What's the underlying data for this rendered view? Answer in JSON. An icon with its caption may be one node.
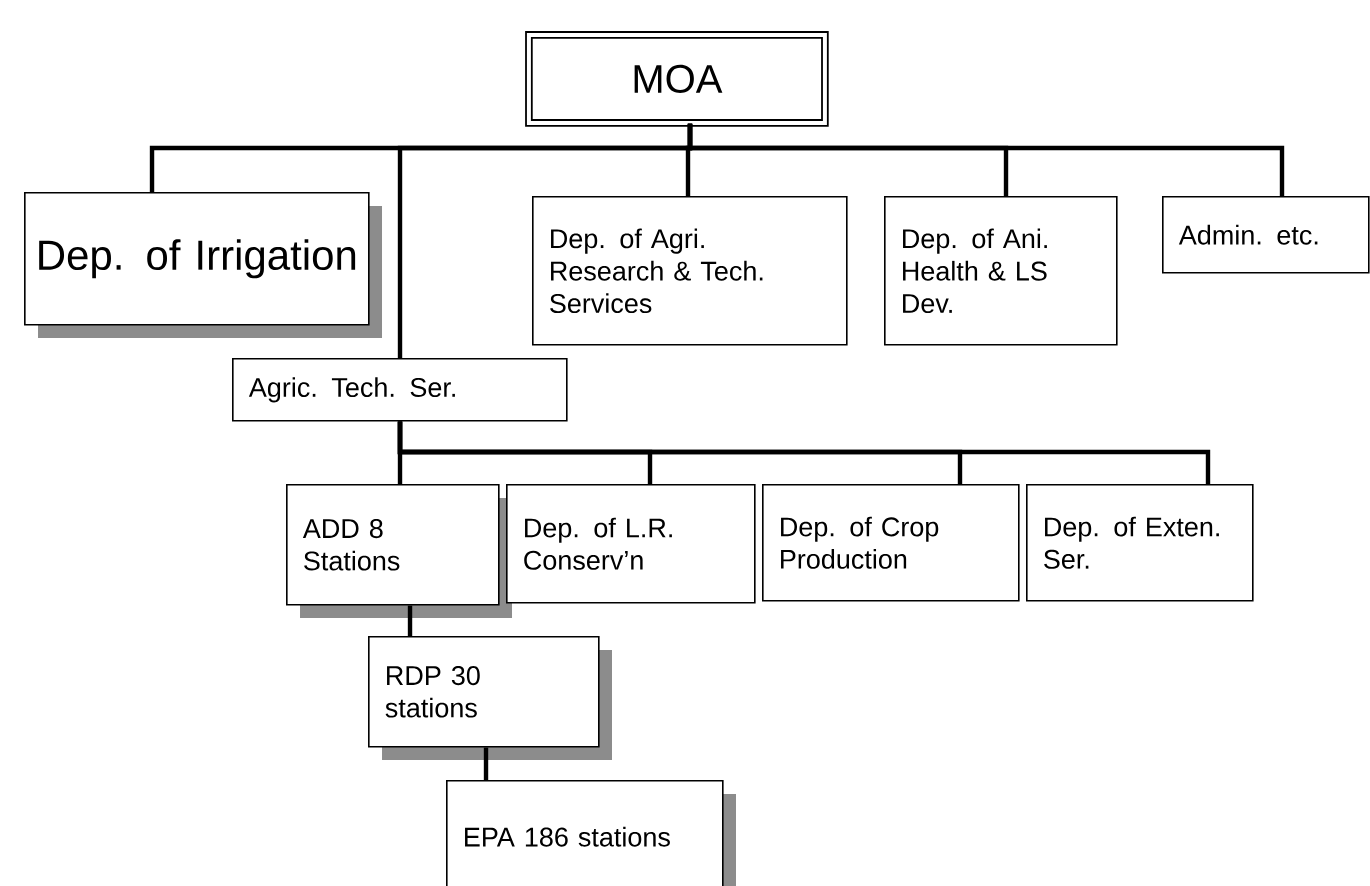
{
  "diagram": {
    "nodes": [
      {
        "text": [
          "MOA"
        ]
      },
      {
        "text": [
          "Dep. of Irrigation"
        ]
      },
      {
        "text": [
          "Dep. of Agri. Research & Tech. Services"
        ]
      },
      {
        "text": [
          "Dep. of Ani. Health & LS Dev."
        ]
      },
      {
        "text": [
          "Admin. etc."
        ]
      },
      {
        "text": [
          "Agric. Tech. Ser."
        ]
      },
      {
        "text": [
          "ADD 8 Stations"
        ]
      },
      {
        "text": [
          "Dep. of L.R. Conserv’n"
        ]
      },
      {
        "text": [
          "Dep. of Crop Production"
        ]
      },
      {
        "text": [
          "Dep. of Exten. Ser."
        ]
      },
      {
        "text": [
          "RDP 30 stations"
        ]
      },
      {
        "text": [
          "EPA 186 stations"
        ]
      }
    ],
    "edges": [
      {
        "from": 0,
        "to": 1,
        "arrow": "none"
      },
      {
        "from": 0,
        "to": 5,
        "arrow": "none"
      },
      {
        "from": 0,
        "to": 2,
        "arrow": "none"
      },
      {
        "from": 0,
        "to": 3,
        "arrow": "none"
      },
      {
        "from": 0,
        "to": 4,
        "arrow": "none"
      },
      {
        "from": 5,
        "to": 6,
        "arrow": "none"
      },
      {
        "from": 5,
        "to": 7,
        "arrow": "none"
      },
      {
        "from": 5,
        "to": 8,
        "arrow": "none"
      },
      {
        "from": 5,
        "to": 9,
        "arrow": "none"
      },
      {
        "from": 6,
        "to": 10,
        "arrow": "none"
      },
      {
        "from": 10,
        "to": 11,
        "arrow": "none"
      }
    ]
  }
}
